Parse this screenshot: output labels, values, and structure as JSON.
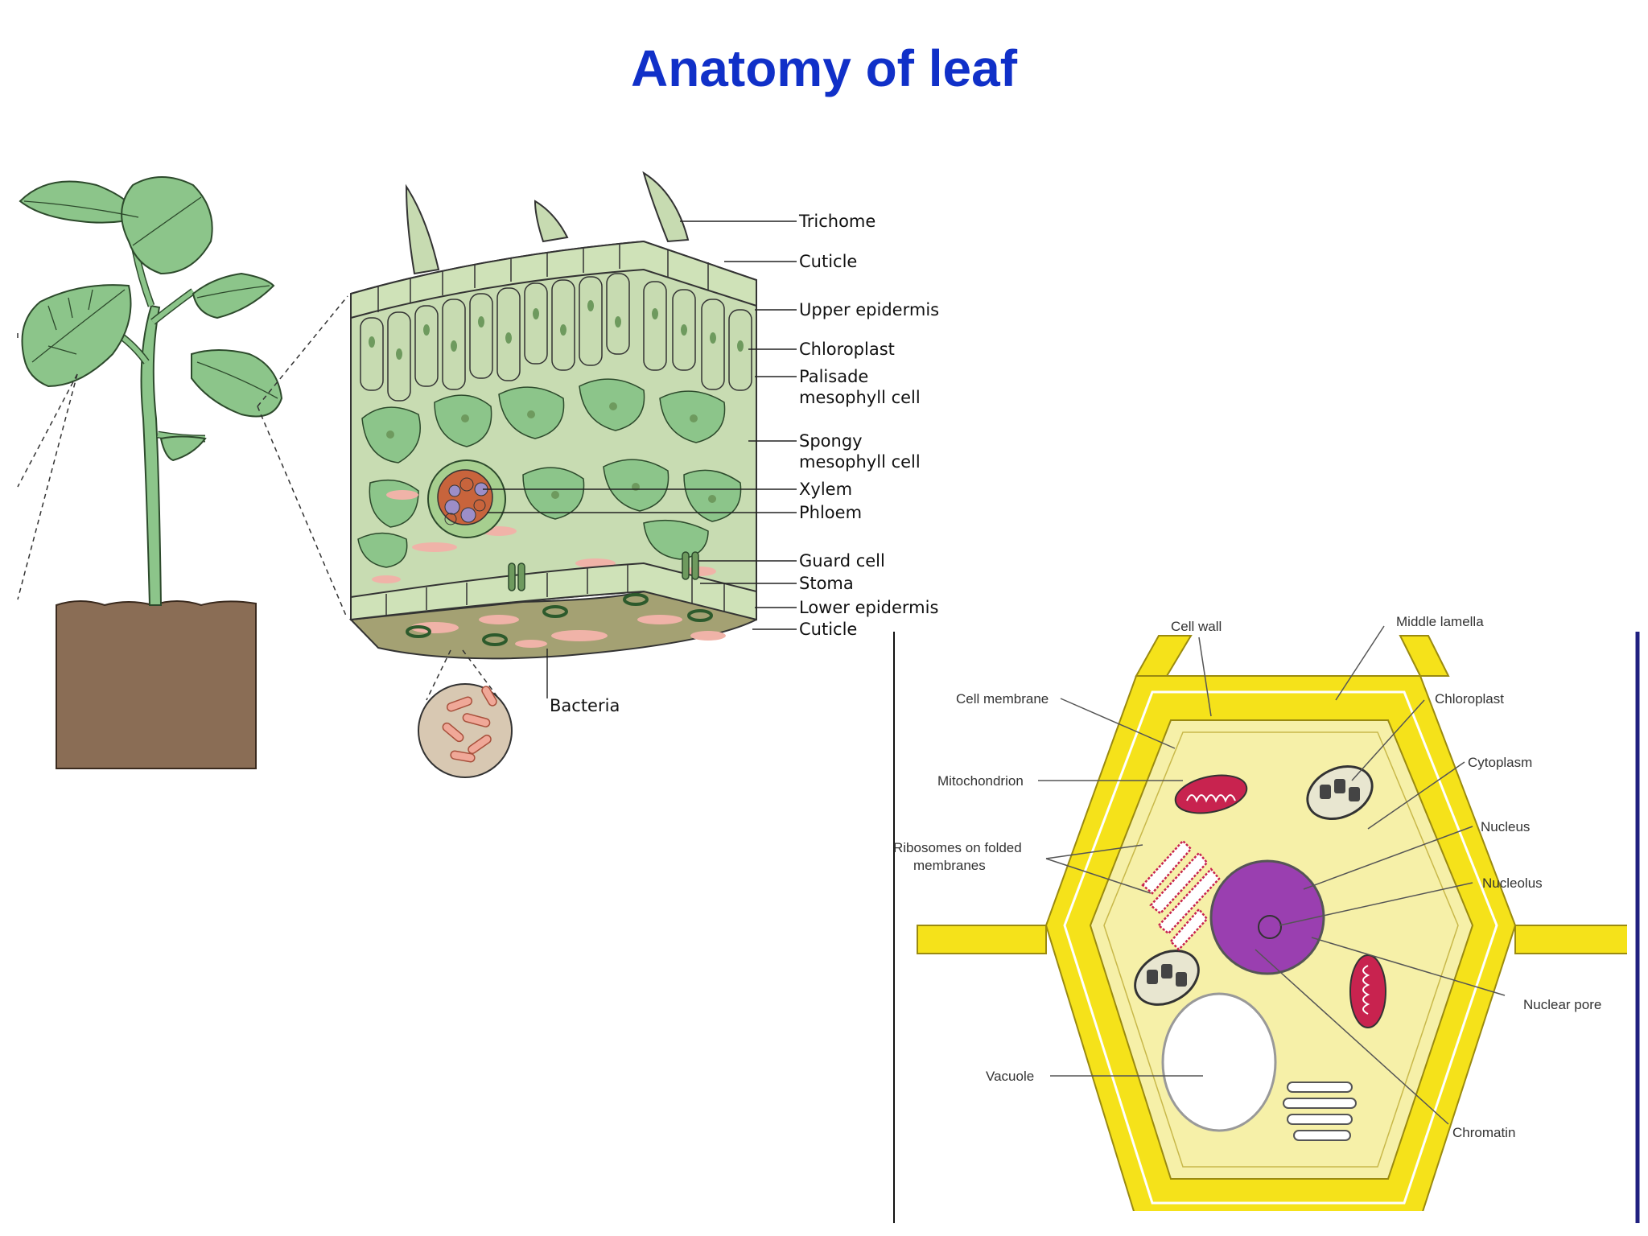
{
  "title": "Anatomy of leaf",
  "colors": {
    "title": "#1030c8",
    "leaf_green": "#8cc58a",
    "soil": "#8a6d55",
    "cell_wall_yellow": "#f5e21a",
    "cytoplasm": "#f6f0a8",
    "nucleus": "#9a3fb0",
    "mitochondrion": "#c8234f"
  },
  "leaf_cross_section": {
    "labels": [
      "Trichome",
      "Cuticle",
      "Upper epidermis",
      "Chloroplast",
      "Palisade",
      "mesophyll cell",
      "Spongy",
      "mesophyll cell",
      "Xylem",
      "Phloem",
      "Guard cell",
      "Stoma",
      "Lower epidermis",
      "Cuticle"
    ],
    "bacteria_label": "Bacteria"
  },
  "plant_cell": {
    "labels": {
      "cell_wall": "Cell wall",
      "middle_lamella": "Middle lamella",
      "cell_membrane": "Cell membrane",
      "chloroplast": "Chloroplast",
      "cytoplasm": "Cytoplasm",
      "mitochondrion": "Mitochondrion",
      "nucleus": "Nucleus",
      "ribosomes_1": "Ribosomes on folded",
      "ribosomes_2": "membranes",
      "nucleolus": "Nucleolus",
      "nuclear_pore": "Nuclear pore",
      "vacuole": "Vacuole",
      "chromatin": "Chromatin"
    }
  }
}
